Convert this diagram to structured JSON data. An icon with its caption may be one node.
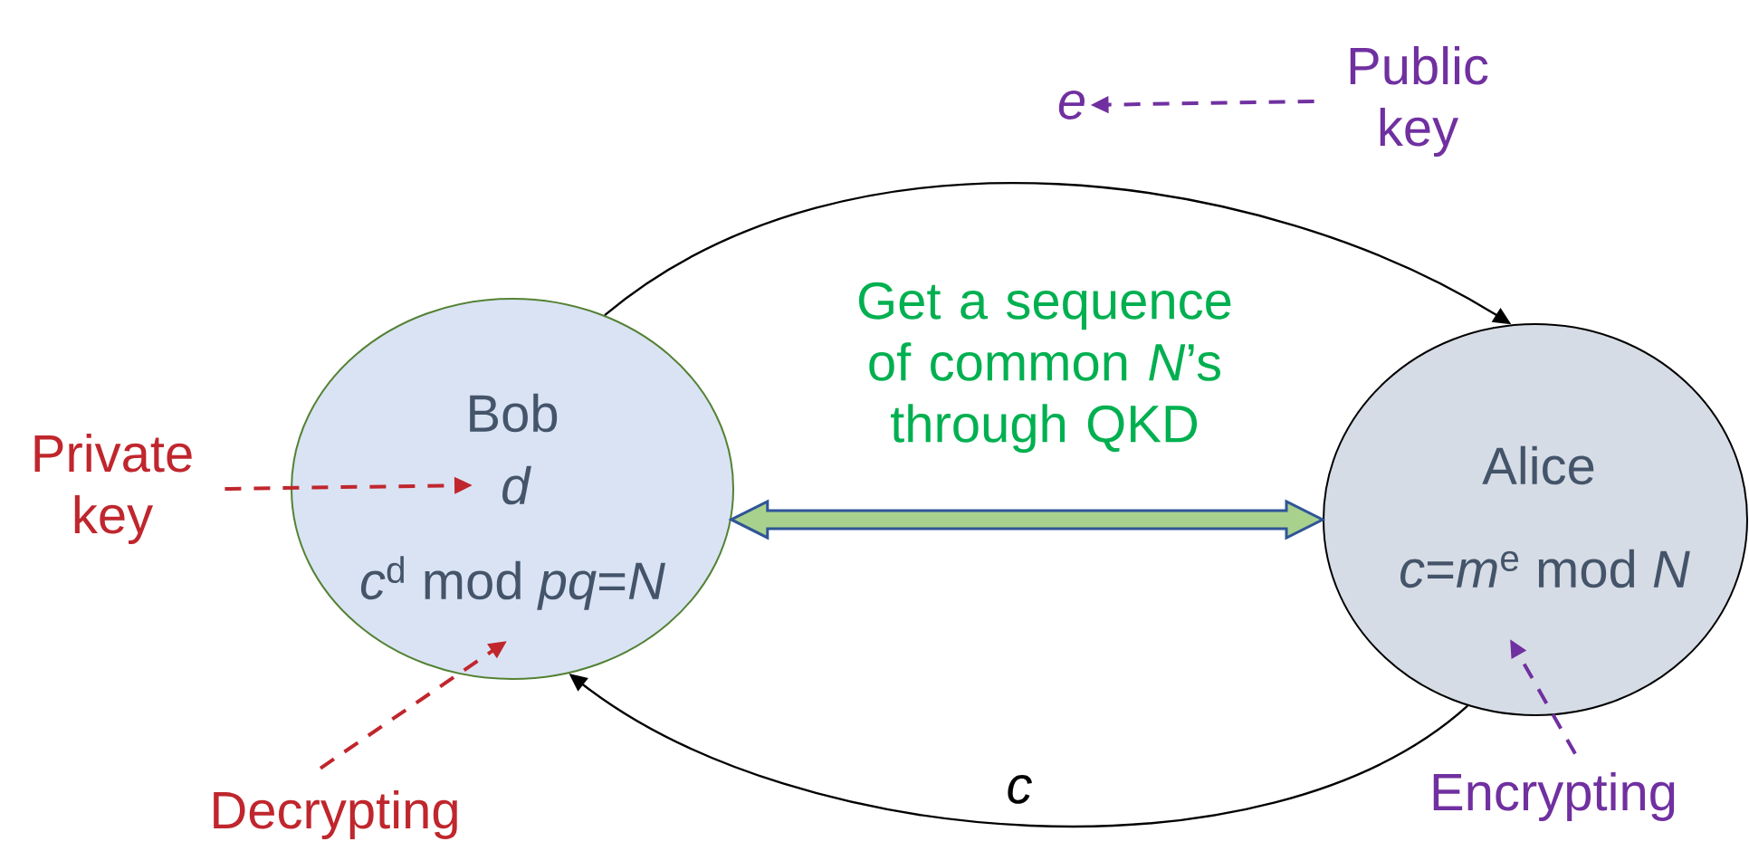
{
  "diagram": {
    "nodes": [
      {
        "text": [
          "Bob",
          "*d*",
          "*c*$^{d}$ mod *pq*=*N*"
        ]
      },
      {
        "text": [
          "Alice",
          "*c*=*m*$^{e}$ mod *N*"
        ]
      },
      {
        "text": [
          "Private key"
        ]
      },
      {
        "text": [
          "Decrypting"
        ]
      },
      {
        "text": [
          "Public key"
        ]
      },
      {
        "text": [
          "e"
        ]
      },
      {
        "text": [
          "Encrypting"
        ]
      }
    ],
    "edges": [
      {
        "from": 0,
        "to": 1,
        "arrow": "to",
        "color": "#000000"
      },
      {
        "from": 1,
        "to": 0,
        "arrow": "to",
        "label": "c",
        "color": "#000000"
      },
      {
        "from": 0,
        "to": 1,
        "arrow": "both",
        "label": "Get a sequence of common *N*’s through QKD",
        "style": "thick",
        "color": "#2f5597"
      },
      {
        "from": 2,
        "to": 0,
        "arrow": "to",
        "style": "dashed",
        "color": "#c0262d"
      },
      {
        "from": 3,
        "to": 0,
        "arrow": "to",
        "style": "dashed",
        "color": "#c0262d"
      },
      {
        "from": 4,
        "to": 5,
        "arrow": "to",
        "style": "dashed",
        "color": "#7030a0"
      },
      {
        "from": 6,
        "to": 1,
        "arrow": "to",
        "style": "dashed",
        "color": "#7030a0"
      }
    ]
  }
}
